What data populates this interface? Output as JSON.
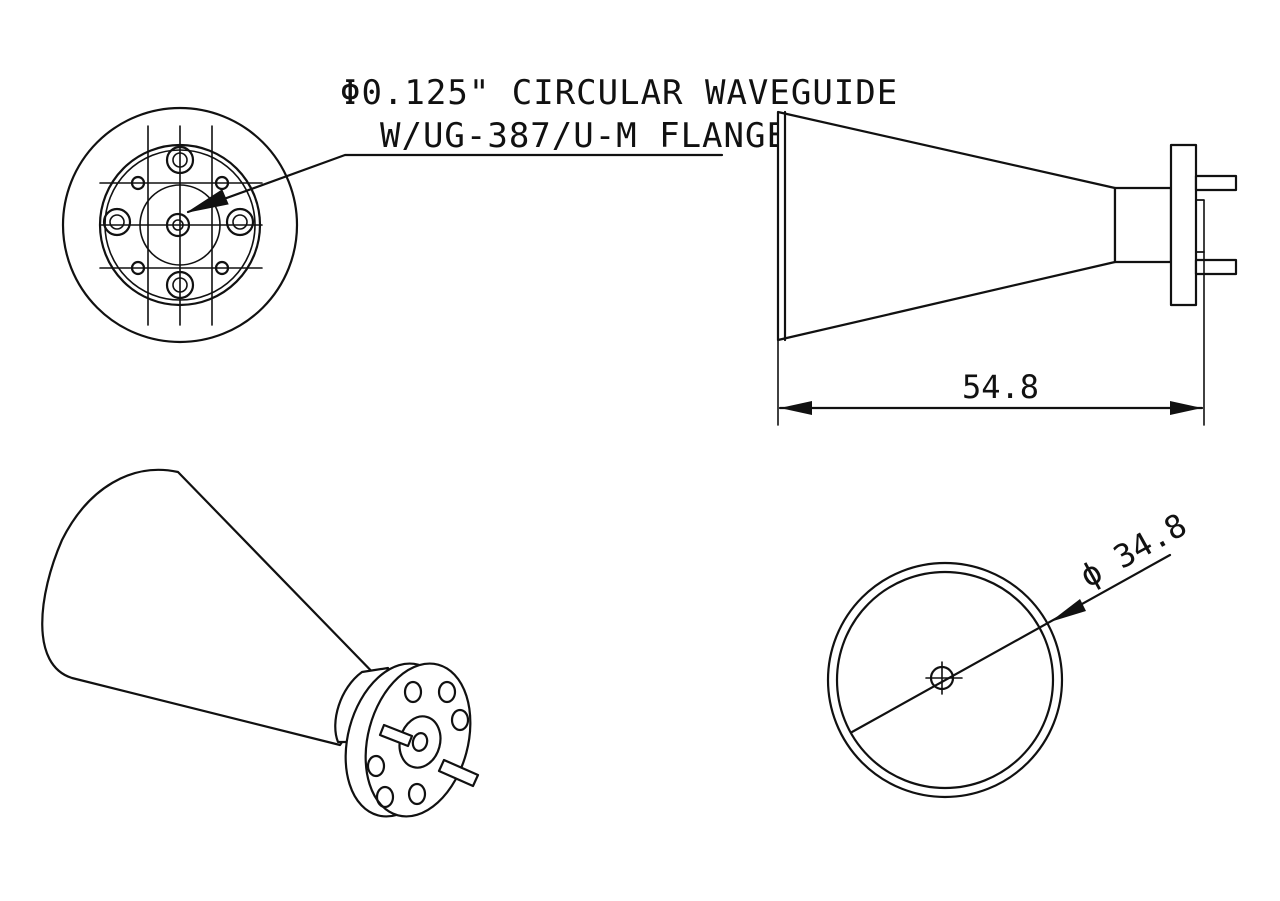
{
  "labels": {
    "waveguide_line1": "Φ0.125\" CIRCULAR WAVEGUIDE",
    "waveguide_line2": "W/UG-387/U-M FLANGE"
  },
  "dimensions": {
    "length": "54.8",
    "aperture_diameter": "ϕ 34.8"
  },
  "colors": {
    "line": "#111111",
    "background": "#ffffff"
  }
}
